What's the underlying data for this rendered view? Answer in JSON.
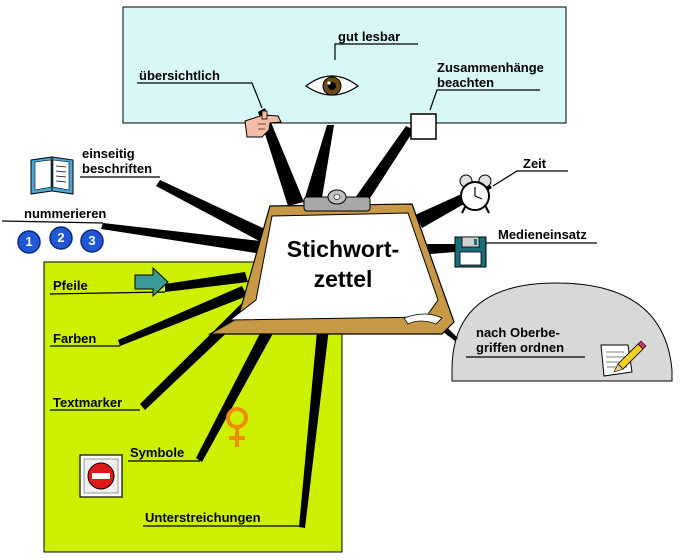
{
  "center": {
    "line1": "Stichwort-",
    "line2": "zettel"
  },
  "labels": {
    "gut_lesbar": "gut lesbar",
    "uebersichtlich": "übersichtlich",
    "zusammenhaenge_1": "Zusammenhänge",
    "zusammenhaenge_2": "beachten",
    "einseitig_1": "einseitig",
    "einseitig_2": "beschriften",
    "nummerieren": "nummerieren",
    "zeit": "Zeit",
    "medieneinsatz": "Medieneinsatz",
    "pfeile": "Pfeile",
    "farben": "Farben",
    "textmarker": "Textmarker",
    "symbole": "Symbole",
    "unterstreichungen": "Unterstreichungen",
    "oberbegriffe_1": "nach Oberbe-",
    "oberbegriffe_2": "griffen ordnen"
  },
  "number_badges": [
    "1",
    "2",
    "3"
  ],
  "colors": {
    "top_panel": "#d8f8f8",
    "green_panel": "#ccf000",
    "dome": "#d8d8d8",
    "clipboard_board": "#c79845",
    "badge_blue": "#1f57d6"
  },
  "icons": [
    "eye-icon",
    "hand-icon",
    "checkbox-icon",
    "book-icon",
    "alarm-clock-icon",
    "floppy-disk-icon",
    "arrow-icon",
    "female-symbol-icon",
    "no-entry-icon",
    "notepad-pencil-icon"
  ]
}
